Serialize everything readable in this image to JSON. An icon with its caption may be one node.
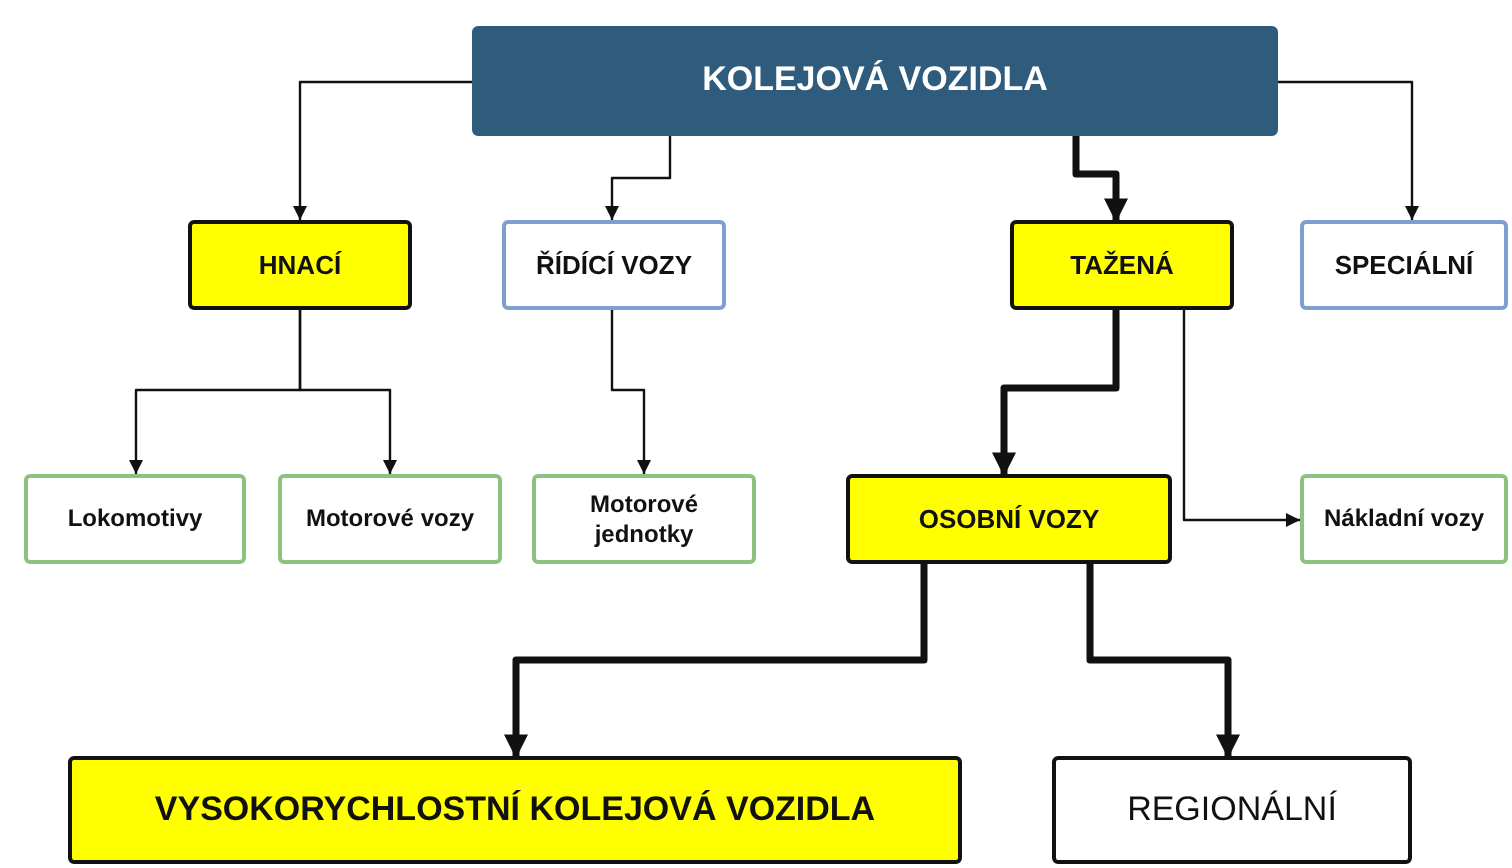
{
  "diagram": {
    "nodes": [
      {
        "text": [
          "KOLEJOVÁ VOZIDLA"
        ]
      },
      {
        "text": [
          "HNACÍ"
        ]
      },
      {
        "text": [
          "ŘÍDÍCÍ VOZY"
        ]
      },
      {
        "text": [
          "TAŽENÁ"
        ]
      },
      {
        "text": [
          "SPECIÁLNÍ"
        ]
      },
      {
        "text": [
          "Lokomotivy"
        ]
      },
      {
        "text": [
          "Motorové vozy"
        ]
      },
      {
        "text": [
          "Motorové jednotky"
        ]
      },
      {
        "text": [
          "OSOBNÍ VOZY"
        ]
      },
      {
        "text": [
          "Nákladní vozy"
        ]
      },
      {
        "text": [
          "VYSOKORYCHLOSTNÍ KOLEJOVÁ VOZIDLA"
        ]
      },
      {
        "text": [
          "REGIONÁLNÍ"
        ]
      }
    ],
    "edges": [
      {
        "from": 0,
        "to": 1,
        "arrow": "to"
      },
      {
        "from": 0,
        "to": 2,
        "arrow": "to"
      },
      {
        "from": 0,
        "to": 3,
        "arrow": "to",
        "style": "thick"
      },
      {
        "from": 0,
        "to": 4,
        "arrow": "to"
      },
      {
        "from": 1,
        "to": 5,
        "arrow": "to"
      },
      {
        "from": 1,
        "to": 6,
        "arrow": "to"
      },
      {
        "from": 2,
        "to": 7,
        "arrow": "to"
      },
      {
        "from": 3,
        "to": 8,
        "arrow": "to",
        "style": "thick"
      },
      {
        "from": 3,
        "to": 9,
        "arrow": "to"
      },
      {
        "from": 8,
        "to": 10,
        "arrow": "to",
        "style": "thick"
      },
      {
        "from": 8,
        "to": 11,
        "arrow": "to",
        "style": "thick"
      }
    ]
  }
}
